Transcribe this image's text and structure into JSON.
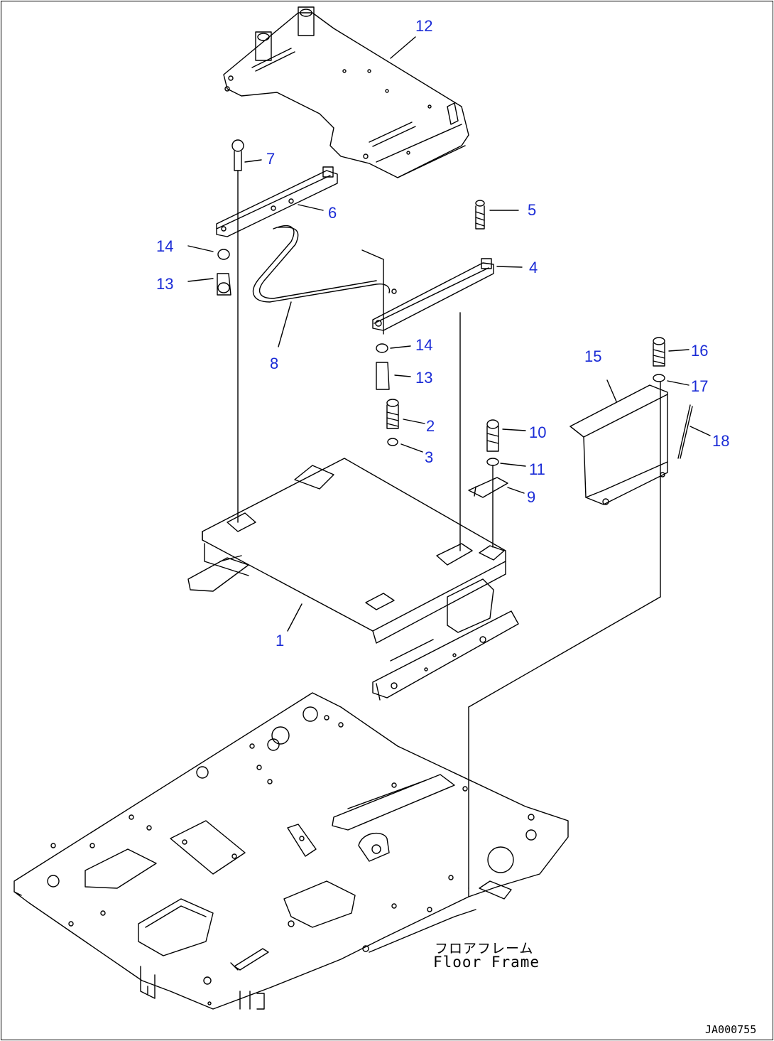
{
  "callouts": [
    {
      "id": "12",
      "text": "12"
    },
    {
      "id": "7",
      "text": "7"
    },
    {
      "id": "6",
      "text": "6"
    },
    {
      "id": "5",
      "text": "5"
    },
    {
      "id": "14a",
      "text": "14"
    },
    {
      "id": "13a",
      "text": "13"
    },
    {
      "id": "4",
      "text": "4"
    },
    {
      "id": "8",
      "text": "8"
    },
    {
      "id": "14b",
      "text": "14"
    },
    {
      "id": "13b",
      "text": "13"
    },
    {
      "id": "15",
      "text": "15"
    },
    {
      "id": "16",
      "text": "16"
    },
    {
      "id": "17",
      "text": "17"
    },
    {
      "id": "2",
      "text": "2"
    },
    {
      "id": "3",
      "text": "3"
    },
    {
      "id": "10",
      "text": "10"
    },
    {
      "id": "11",
      "text": "11"
    },
    {
      "id": "9",
      "text": "9"
    },
    {
      "id": "18",
      "text": "18"
    },
    {
      "id": "1",
      "text": "1"
    }
  ],
  "floor_frame": {
    "label_jp": "フロアフレーム",
    "label_en": "Floor Frame"
  },
  "drawing_code": "JA000755",
  "colors": {
    "callout": "#1a2bd6",
    "line": "#000000"
  }
}
